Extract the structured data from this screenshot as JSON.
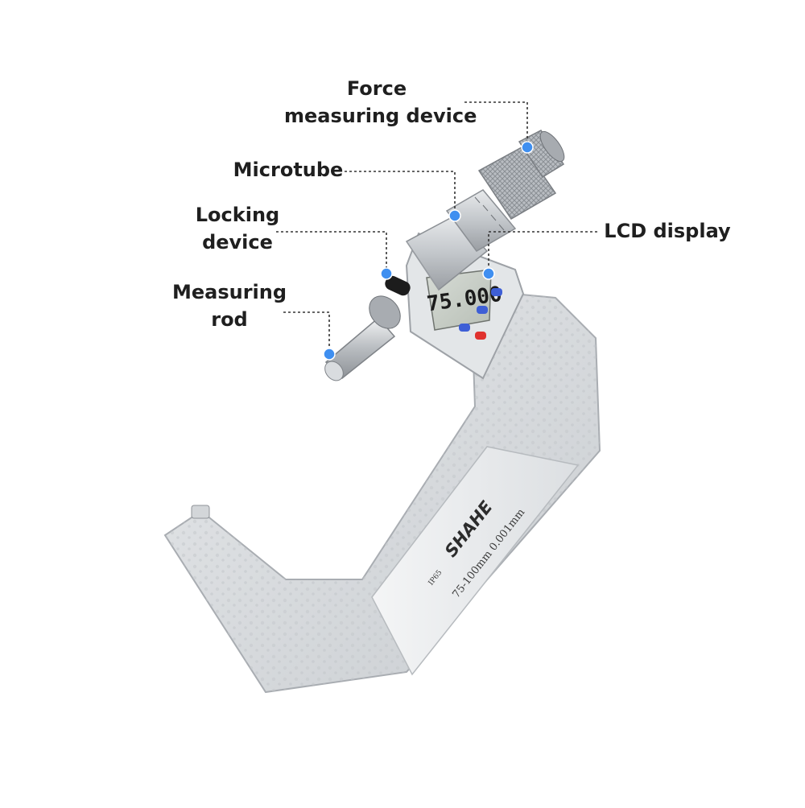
{
  "callouts": [
    {
      "id": "force",
      "lines": [
        "Force",
        "measuring device"
      ]
    },
    {
      "id": "microtube",
      "lines": [
        "Microtube"
      ]
    },
    {
      "id": "locking",
      "lines": [
        "Locking",
        "device"
      ]
    },
    {
      "id": "rod",
      "lines": [
        "Measuring",
        "rod"
      ]
    },
    {
      "id": "lcd",
      "lines": [
        "LCD display"
      ]
    }
  ],
  "device": {
    "brand": "SHAHE",
    "ip_rating": "IP65",
    "spec": "75-100mm  0.001mm",
    "lcd_reading": "75.000"
  },
  "colors": {
    "marker": "#3f8ff0",
    "frame": "#d9dcdf",
    "button_blue": "#3e5fd6",
    "button_red": "#e0322e"
  }
}
